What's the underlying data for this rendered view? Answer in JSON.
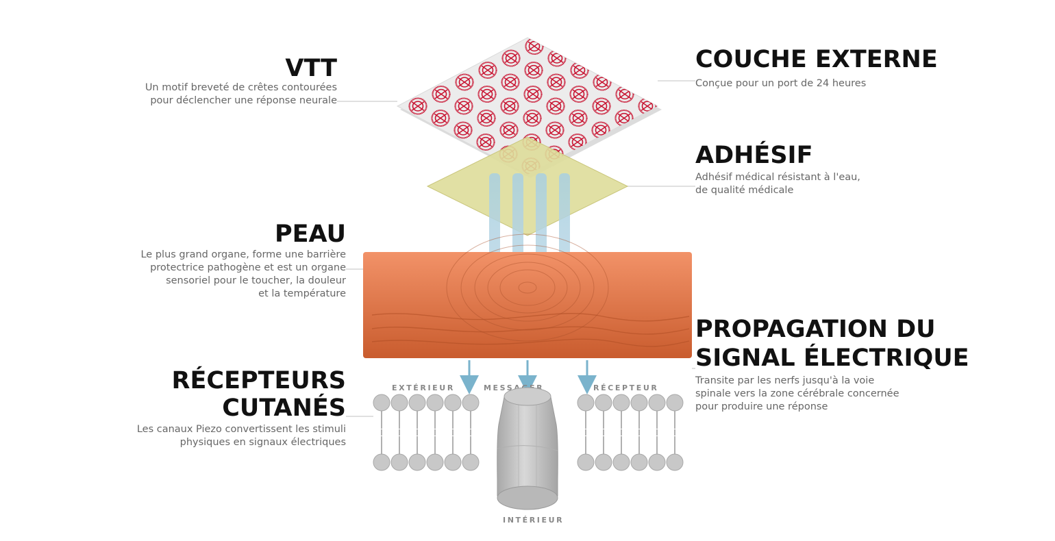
{
  "sections": {
    "vtt": {
      "title": "VTT",
      "desc_lines": [
        "Un motif breveté de crêtes contourées",
        "pour déclencher une réponse neurale"
      ]
    },
    "outer_layer": {
      "title": "COUCHE EXTERNE",
      "desc_lines": [
        "Conçue pour un port de 24 heures"
      ]
    },
    "adhesive": {
      "title": "ADHÉSIF",
      "desc_lines": [
        "Adhésif médical résistant à l'eau,",
        "de qualité médicale"
      ]
    },
    "skin": {
      "title": "PEAU",
      "desc_lines": [
        "Le plus grand organe, forme une barrière",
        "protectrice pathogène et est un organe",
        "sensoriel pour le toucher, la douleur",
        "et la température"
      ]
    },
    "signal": {
      "title_lines": [
        "PROPAGATION DU",
        "SIGNAL ÉLECTRIQUE"
      ],
      "desc_lines": [
        "Transite par les nerfs jusqu'à la voie",
        "spinale vers la zone cérébrale concernée",
        "pour produire une réponse"
      ]
    },
    "receptors": {
      "title_lines": [
        "RÉCEPTEURS",
        "CUTANÉS"
      ],
      "desc_lines": [
        "Les canaux Piezo convertissent les stimuli",
        "physiques en signaux électriques"
      ]
    }
  },
  "membrane_labels": {
    "exterior": "EXTÉRIEUR",
    "messenger": "MESSAGER",
    "receptor": "RÉCEPTEUR",
    "interior": "INTÉRIEUR"
  },
  "colors": {
    "pattern_red": "#c8102e",
    "outer_layer": "#e8e8e8",
    "adhesive": "#d9d68a",
    "skin_top": "#f09068",
    "skin_bottom": "#c95f30",
    "signal_blue": "#7ab3cc",
    "membrane_gray": "#c8c8c8"
  },
  "icons": {
    "arrows": "arrow-down-icon",
    "vtt_pattern": "crosshair-circle-icon"
  }
}
